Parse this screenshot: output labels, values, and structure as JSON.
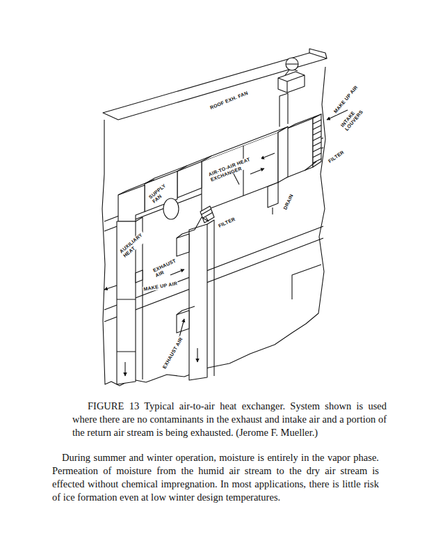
{
  "diagram": {
    "caption": "FIGURE 13 Typical air-to-air heat exchanger. System shown is used where there are no contaminants in the exhaust and intake air and a portion of the return air stream is being exhausted. (Jerome F. Mueller.)",
    "labels": [
      "ROOF EXH. FAN",
      "MAKE UP AIR",
      "INTAKE LOUVERS",
      "FILTER",
      "AIR-TO-AIR HEAT EXCHANGER",
      "DRAIN",
      "SUPPLY FAN",
      "AUXILIARY HEAT",
      "FILTER",
      "EXHAUST AIR",
      "MAKE UP AIR",
      "EXHAUST AIR",
      "During summer and winter operation, moisture is entirely in the vapor phase. Permeation of moisture from the humid air stream to the dry air stream is effected without chemical impregnation. In most applications, there is little risk of ice formation even at low winter design temperatures."
    ]
  }
}
